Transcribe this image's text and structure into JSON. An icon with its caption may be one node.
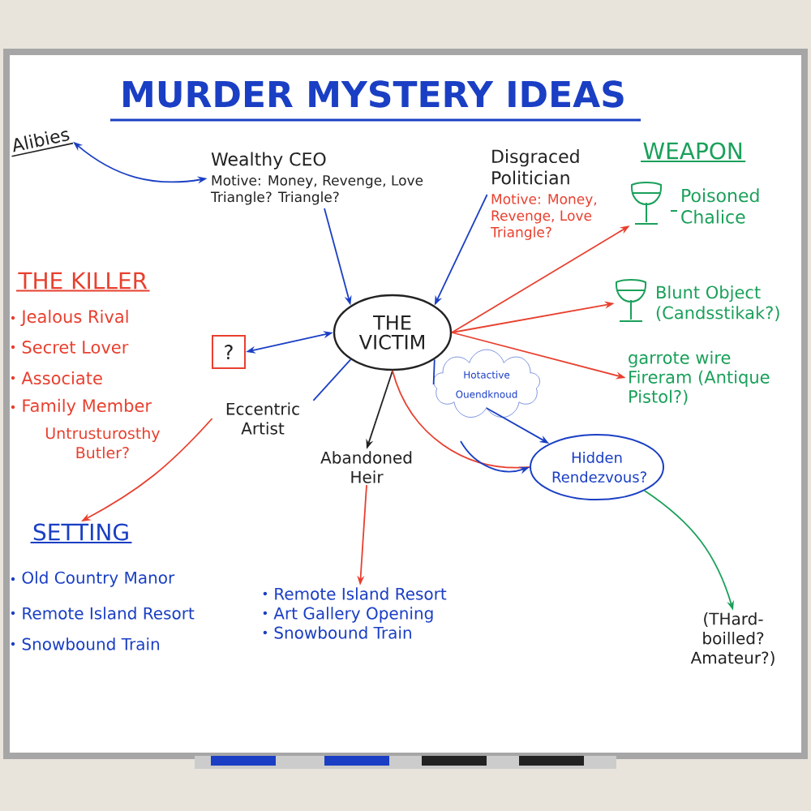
{
  "diagram": {
    "title": "MURDER MYSTERY IDEAS",
    "nodes": [
      {
        "text": [
          "Alibies"
        ]
      },
      {
        "text": [
          "Wealthy CEO",
          "Motive: Money, Revenge, Love Triangle? Triangle?"
        ]
      },
      {
        "text": [
          "Disgraced Politician",
          "Motive: Money, Revenge, Love Triangle?"
        ]
      },
      {
        "text": [
          "THE VICTIM"
        ]
      },
      {
        "text": [
          "?"
        ]
      },
      {
        "text": [
          "Eccentric Artist"
        ]
      },
      {
        "text": [
          "Abandoned Heir"
        ]
      },
      {
        "text": [
          "Hidden Rendezvous?"
        ]
      },
      {
        "text": [
          "Hotactive Ouendknoud"
        ]
      },
      {
        "text": [
          "Poisoned Chalice"
        ]
      },
      {
        "text": [
          "Blunt Object (Candsstikak?)"
        ]
      },
      {
        "text": [
          "garrote wire Fireram (Antique Pistol?)"
        ]
      },
      {
        "text": [
          "(THard-boilled? Amateur?)"
        ]
      },
      {
        "text": [
          "SETTING"
        ]
      },
      {
        "text": [
          "Remote Island Resort",
          "Art Gallery Opening",
          "Snowbound Train"
        ]
      }
    ],
    "edges": [
      {
        "from": 0,
        "to": 1,
        "arrow": "both"
      },
      {
        "from": 1,
        "to": 3,
        "arrow": "to"
      },
      {
        "from": 2,
        "to": 3,
        "arrow": "to"
      },
      {
        "from": 4,
        "to": 3,
        "arrow": "both"
      },
      {
        "from": 3,
        "to": 5,
        "arrow": "none"
      },
      {
        "from": 3,
        "to": 6,
        "arrow": "to",
        "color": "#222222"
      },
      {
        "from": 3,
        "to": 9,
        "arrow": "to",
        "color": "#e8402f"
      },
      {
        "from": 3,
        "to": 10,
        "arrow": "to",
        "color": "#e8402f"
      },
      {
        "from": 3,
        "to": 11,
        "arrow": "to",
        "color": "#e8402f"
      },
      {
        "from": 3,
        "to": 8,
        "arrow": "none"
      },
      {
        "from": 3,
        "to": 7,
        "arrow": "none",
        "color": "#e8402f"
      },
      {
        "from": 8,
        "to": 7,
        "arrow": "to"
      },
      {
        "from": null,
        "to": 7,
        "arrow": "to"
      },
      {
        "from": 6,
        "to": 14,
        "arrow": "to",
        "color": "#e8402f"
      },
      {
        "from": 5,
        "to": 13,
        "arrow": "to",
        "color": "#e8402f"
      },
      {
        "from": 7,
        "to": 12,
        "arrow": "to",
        "color": "#1aa05a"
      }
    ],
    "labels": [
      "THE KILLER",
      "Jealous Rival",
      "Secret Lover",
      "Associate",
      "Family Member",
      "Untrusturosthy Butler?",
      "WEAPON",
      "Old Country Manor",
      "Remote Island Resort",
      "Snowbound Train"
    ]
  }
}
